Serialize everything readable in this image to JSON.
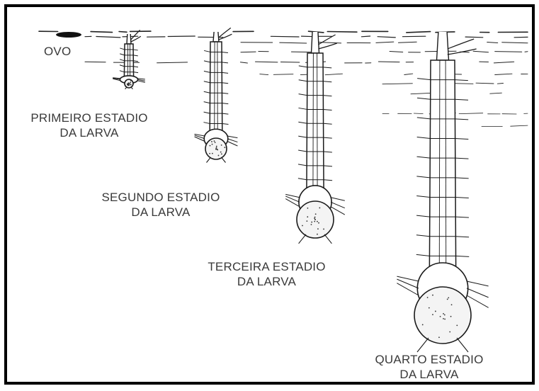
{
  "figure": {
    "stages": [
      {
        "id": "ovo",
        "lines": [
          "OVO"
        ]
      },
      {
        "id": "primeiro",
        "lines": [
          "PRIMEIRO ESTADIO",
          "DA LARVA"
        ]
      },
      {
        "id": "segundo",
        "lines": [
          "SEGUNDO ESTADIO",
          "DA LARVA"
        ]
      },
      {
        "id": "terceira",
        "lines": [
          "TERCEIRA ESTADIO",
          "DA LARVA"
        ]
      },
      {
        "id": "quarto",
        "lines": [
          "QUARTO ESTADIO",
          "DA LARVA"
        ]
      }
    ]
  }
}
